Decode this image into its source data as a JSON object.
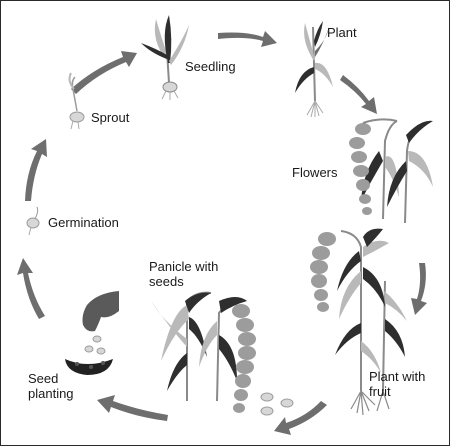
{
  "diagram": {
    "stages": [
      {
        "id": "seedling",
        "label": "Seedling"
      },
      {
        "id": "plant",
        "label": "Plant"
      },
      {
        "id": "flowers",
        "label": "Flowers"
      },
      {
        "id": "plant-with-fruit",
        "label": "Plant with\nfruit"
      },
      {
        "id": "panicle-with-seeds",
        "label": "Panicle with\nseeds"
      },
      {
        "id": "seed-planting",
        "label": "Seed\nplanting"
      },
      {
        "id": "germination",
        "label": "Germination"
      },
      {
        "id": "sprout",
        "label": "Sprout"
      }
    ],
    "colors": {
      "arrow": "#6e6e6e",
      "leaf_light": "#b9b9b9",
      "leaf_dark": "#2e2e2e",
      "stem": "#8a8a8a",
      "panicle": "#9c9c9c",
      "seed": "#d7d7d7",
      "hand": "#5a5a5a",
      "soil": "#222222"
    }
  }
}
